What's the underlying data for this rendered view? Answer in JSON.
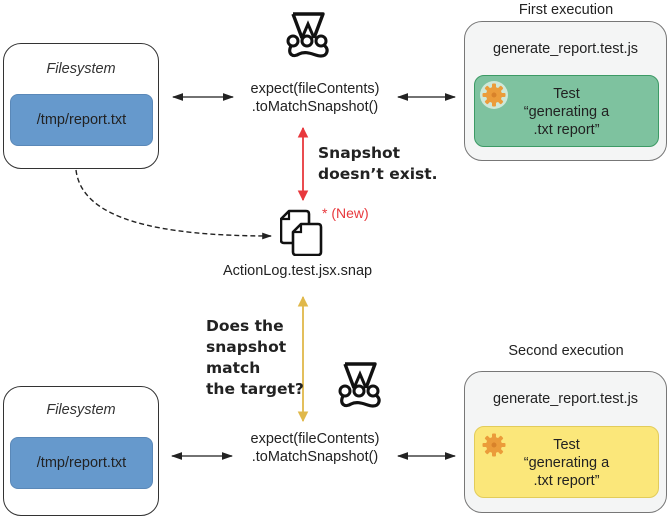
{
  "colors": {
    "file_fill": "#6699cc",
    "green_card": "#7ec29f",
    "yellow_card": "#fbe77a",
    "red_arrow": "#e8383d",
    "gold_arrow": "#e0b84a",
    "gear": "#eb9c3a"
  },
  "top": {
    "filesystem": {
      "title": "Filesystem",
      "file": "/tmp/report.txt"
    },
    "assertion": {
      "line1": "expect(fileContents)",
      "line2": ".toMatchSnapshot()",
      "icon": "jest-icon"
    },
    "execution": {
      "label": "First execution",
      "filename": "generate_report.test.js",
      "test": {
        "line1": "Test",
        "line2": "“generating a",
        "line3": ".txt report”",
        "icon": "gear-icon",
        "status": "green"
      }
    },
    "question": {
      "line1": "Snapshot",
      "line2": "doesn’t exist."
    }
  },
  "middle": {
    "snapshot_file": "ActionLog.test.jsx.snap",
    "new_badge": "* (New)",
    "icon": "documents-icon"
  },
  "bottom": {
    "question": {
      "line1": "Does the",
      "line2": "snapshot",
      "line3": "match",
      "line4": "the target?"
    },
    "filesystem": {
      "title": "Filesystem",
      "file": "/tmp/report.txt"
    },
    "assertion": {
      "line1": "expect(fileContents)",
      "line2": ".toMatchSnapshot()",
      "icon": "jest-icon"
    },
    "execution": {
      "label": "Second execution",
      "filename": "generate_report.test.js",
      "test": {
        "line1": "Test",
        "line2": "“generating a",
        "line3": ".txt report”",
        "icon": "gear-icon",
        "status": "yellow"
      }
    }
  }
}
